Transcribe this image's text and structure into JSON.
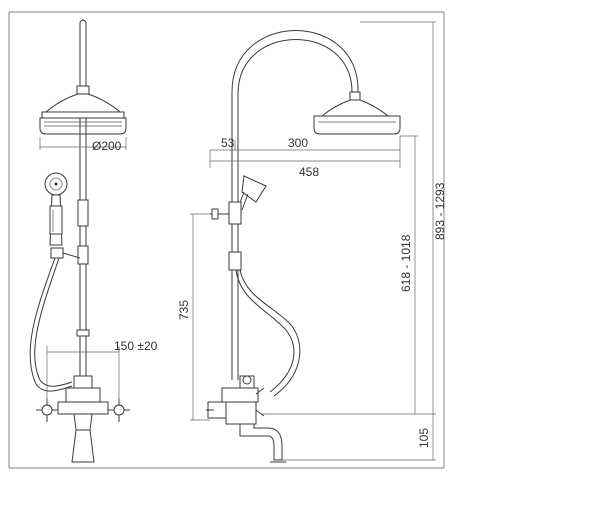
{
  "dimensions": {
    "head_diameter": "Ø200",
    "spacing": "150 ±20",
    "offset_short": "53",
    "head_reach": "300",
    "total_reach": "458",
    "handset_height": "735",
    "head_height_range": "618 - 1018",
    "total_height_range": "893 - 1293",
    "spout_height": "105"
  },
  "colors": {
    "line": "#3a3a3a",
    "background": "#ffffff"
  }
}
